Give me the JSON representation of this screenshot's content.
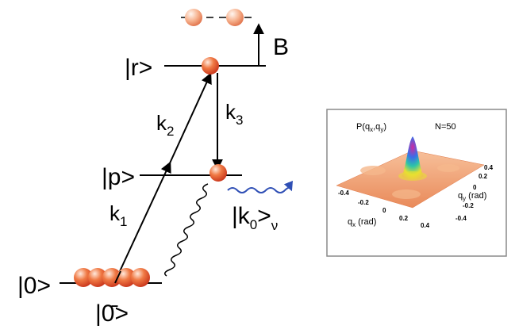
{
  "levels": {
    "ground": "|0>",
    "intermediate": "|p>",
    "rydberg": "|r>",
    "dark": "|0̄>"
  },
  "field_label": "B",
  "emission_label": {
    "main": "|k",
    "sub0": "0",
    "close": ">",
    "subnu": "ν"
  },
  "wavevectors": [
    {
      "main": "k",
      "sub": "1"
    },
    {
      "main": "k",
      "sub": "2"
    },
    {
      "main": "k",
      "sub": "3"
    }
  ],
  "inset": {
    "title_main": "P(q",
    "title_sub_x": "x",
    "title_comma": ",q",
    "title_sub_y": "y",
    "title_close": ")",
    "n_label": "N=50",
    "qx_main": "q",
    "qx_sub": "x",
    "qx_unit": " (rad)",
    "qy_main": "q",
    "qy_sub": "y",
    "qy_unit": " (rad)",
    "qx_ticks": [
      "-0.4",
      "-0.2",
      "0",
      "0.2",
      "0.4"
    ],
    "qy_ticks": [
      "0.4",
      "0.2",
      "0",
      "-0.2",
      "-0.4"
    ]
  },
  "colors": {
    "atom": "#e8542a",
    "arrow": "#000000",
    "photon": "#2f4fb5",
    "surface": "#f2a070"
  }
}
